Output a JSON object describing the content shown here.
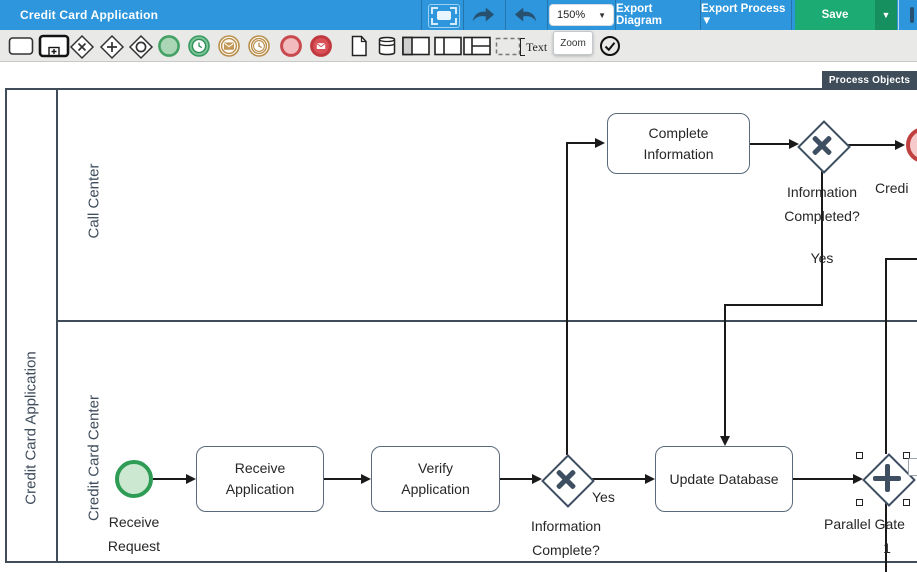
{
  "header": {
    "title": "Credit Card Application",
    "zoom_value": "150%",
    "buttons": {
      "export_diagram": "Export Diagram",
      "export_process": "Export Process ▼",
      "save": "Save"
    },
    "colors": {
      "bar": "#2d96dd",
      "save_green": "#1cab72",
      "save_dropdown_green": "#15905e"
    }
  },
  "toolbar": {
    "tooltip": "Zoom",
    "text_tool": "Text",
    "icons": [
      "task",
      "subprocess",
      "exclusive-gateway",
      "parallel-gateway",
      "inclusive-gateway",
      "start-event",
      "timer-start-event",
      "message-intermediate-event",
      "timer-intermediate-event",
      "end-event",
      "message-end-event",
      "document",
      "database",
      "pool",
      "pool-columns",
      "pool-lanes",
      "group",
      "text-annotation",
      "zoom",
      "validate"
    ]
  },
  "panel": {
    "tab": "Process Objects",
    "color": "#3f4c59"
  },
  "diagram": {
    "pool": "Credit Card Application",
    "lanes": [
      "Call Center",
      "Credit Card Center"
    ],
    "tasks": {
      "complete_information": [
        "Complete",
        "Information"
      ],
      "receive_application": [
        "Receive",
        "Application"
      ],
      "verify_application": [
        "Verify",
        "Application"
      ],
      "update_database": "Update Database"
    },
    "events": {
      "start_label": [
        "Receive",
        "Request"
      ],
      "end_label": "Credi",
      "start_border": "#2e9c54",
      "start_fill": "#cde8d1",
      "end_border": "#c04040",
      "end_fill": "#f6caca"
    },
    "gateways": {
      "lower": {
        "label": [
          "Information",
          "Complete?"
        ],
        "yes": "Yes"
      },
      "upper": {
        "label": [
          "Information",
          "Completed?"
        ],
        "yes": "Yes"
      },
      "parallel": {
        "label": [
          "Parallel Gate",
          "1"
        ]
      }
    }
  }
}
